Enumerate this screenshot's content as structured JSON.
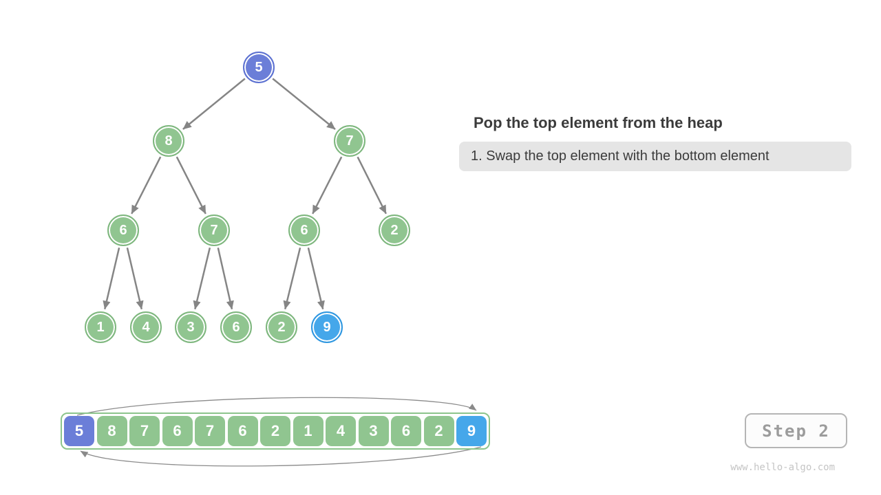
{
  "panel": {
    "title": "Pop the top element from the heap",
    "instruction": "1. Swap the top element with the bottom element"
  },
  "tree": {
    "description": "binary max-heap shown as tree, breadth-first order",
    "nodes": [
      {
        "value": "5",
        "highlight": "purple"
      },
      {
        "value": "8",
        "highlight": "none"
      },
      {
        "value": "7",
        "highlight": "none"
      },
      {
        "value": "6",
        "highlight": "none"
      },
      {
        "value": "7",
        "highlight": "none"
      },
      {
        "value": "6",
        "highlight": "none"
      },
      {
        "value": "2",
        "highlight": "none"
      },
      {
        "value": "1",
        "highlight": "none"
      },
      {
        "value": "4",
        "highlight": "none"
      },
      {
        "value": "3",
        "highlight": "none"
      },
      {
        "value": "6",
        "highlight": "none"
      },
      {
        "value": "2",
        "highlight": "none"
      },
      {
        "value": "9",
        "highlight": "blue"
      }
    ]
  },
  "array": {
    "description": "heap stored as array; curved arrows show swap of first and last elements",
    "cells": [
      {
        "value": "5",
        "highlight": "purple"
      },
      {
        "value": "8",
        "highlight": "none"
      },
      {
        "value": "7",
        "highlight": "none"
      },
      {
        "value": "6",
        "highlight": "none"
      },
      {
        "value": "7",
        "highlight": "none"
      },
      {
        "value": "6",
        "highlight": "none"
      },
      {
        "value": "2",
        "highlight": "none"
      },
      {
        "value": "1",
        "highlight": "none"
      },
      {
        "value": "4",
        "highlight": "none"
      },
      {
        "value": "3",
        "highlight": "none"
      },
      {
        "value": "6",
        "highlight": "none"
      },
      {
        "value": "2",
        "highlight": "none"
      },
      {
        "value": "9",
        "highlight": "blue"
      }
    ]
  },
  "step_badge": {
    "label": "Step 2"
  },
  "watermark": {
    "text": "www.hello-algo.com"
  },
  "colors": {
    "node_green": "#90C590",
    "node_green_border": "#7EB77E",
    "node_purple": "#6B7ED8",
    "node_purple_border": "#5C71D1",
    "node_blue": "#45A7EA",
    "node_blue_border": "#2F97E0",
    "arrow_gray": "#858585",
    "array_border": "#8CC48C",
    "title_text": "#3B3B3B",
    "instruction_bg": "#E5E5E5",
    "badge_border": "#B5B5B5",
    "badge_text": "#9C9C9C",
    "watermark_text": "#C5C5C5"
  }
}
